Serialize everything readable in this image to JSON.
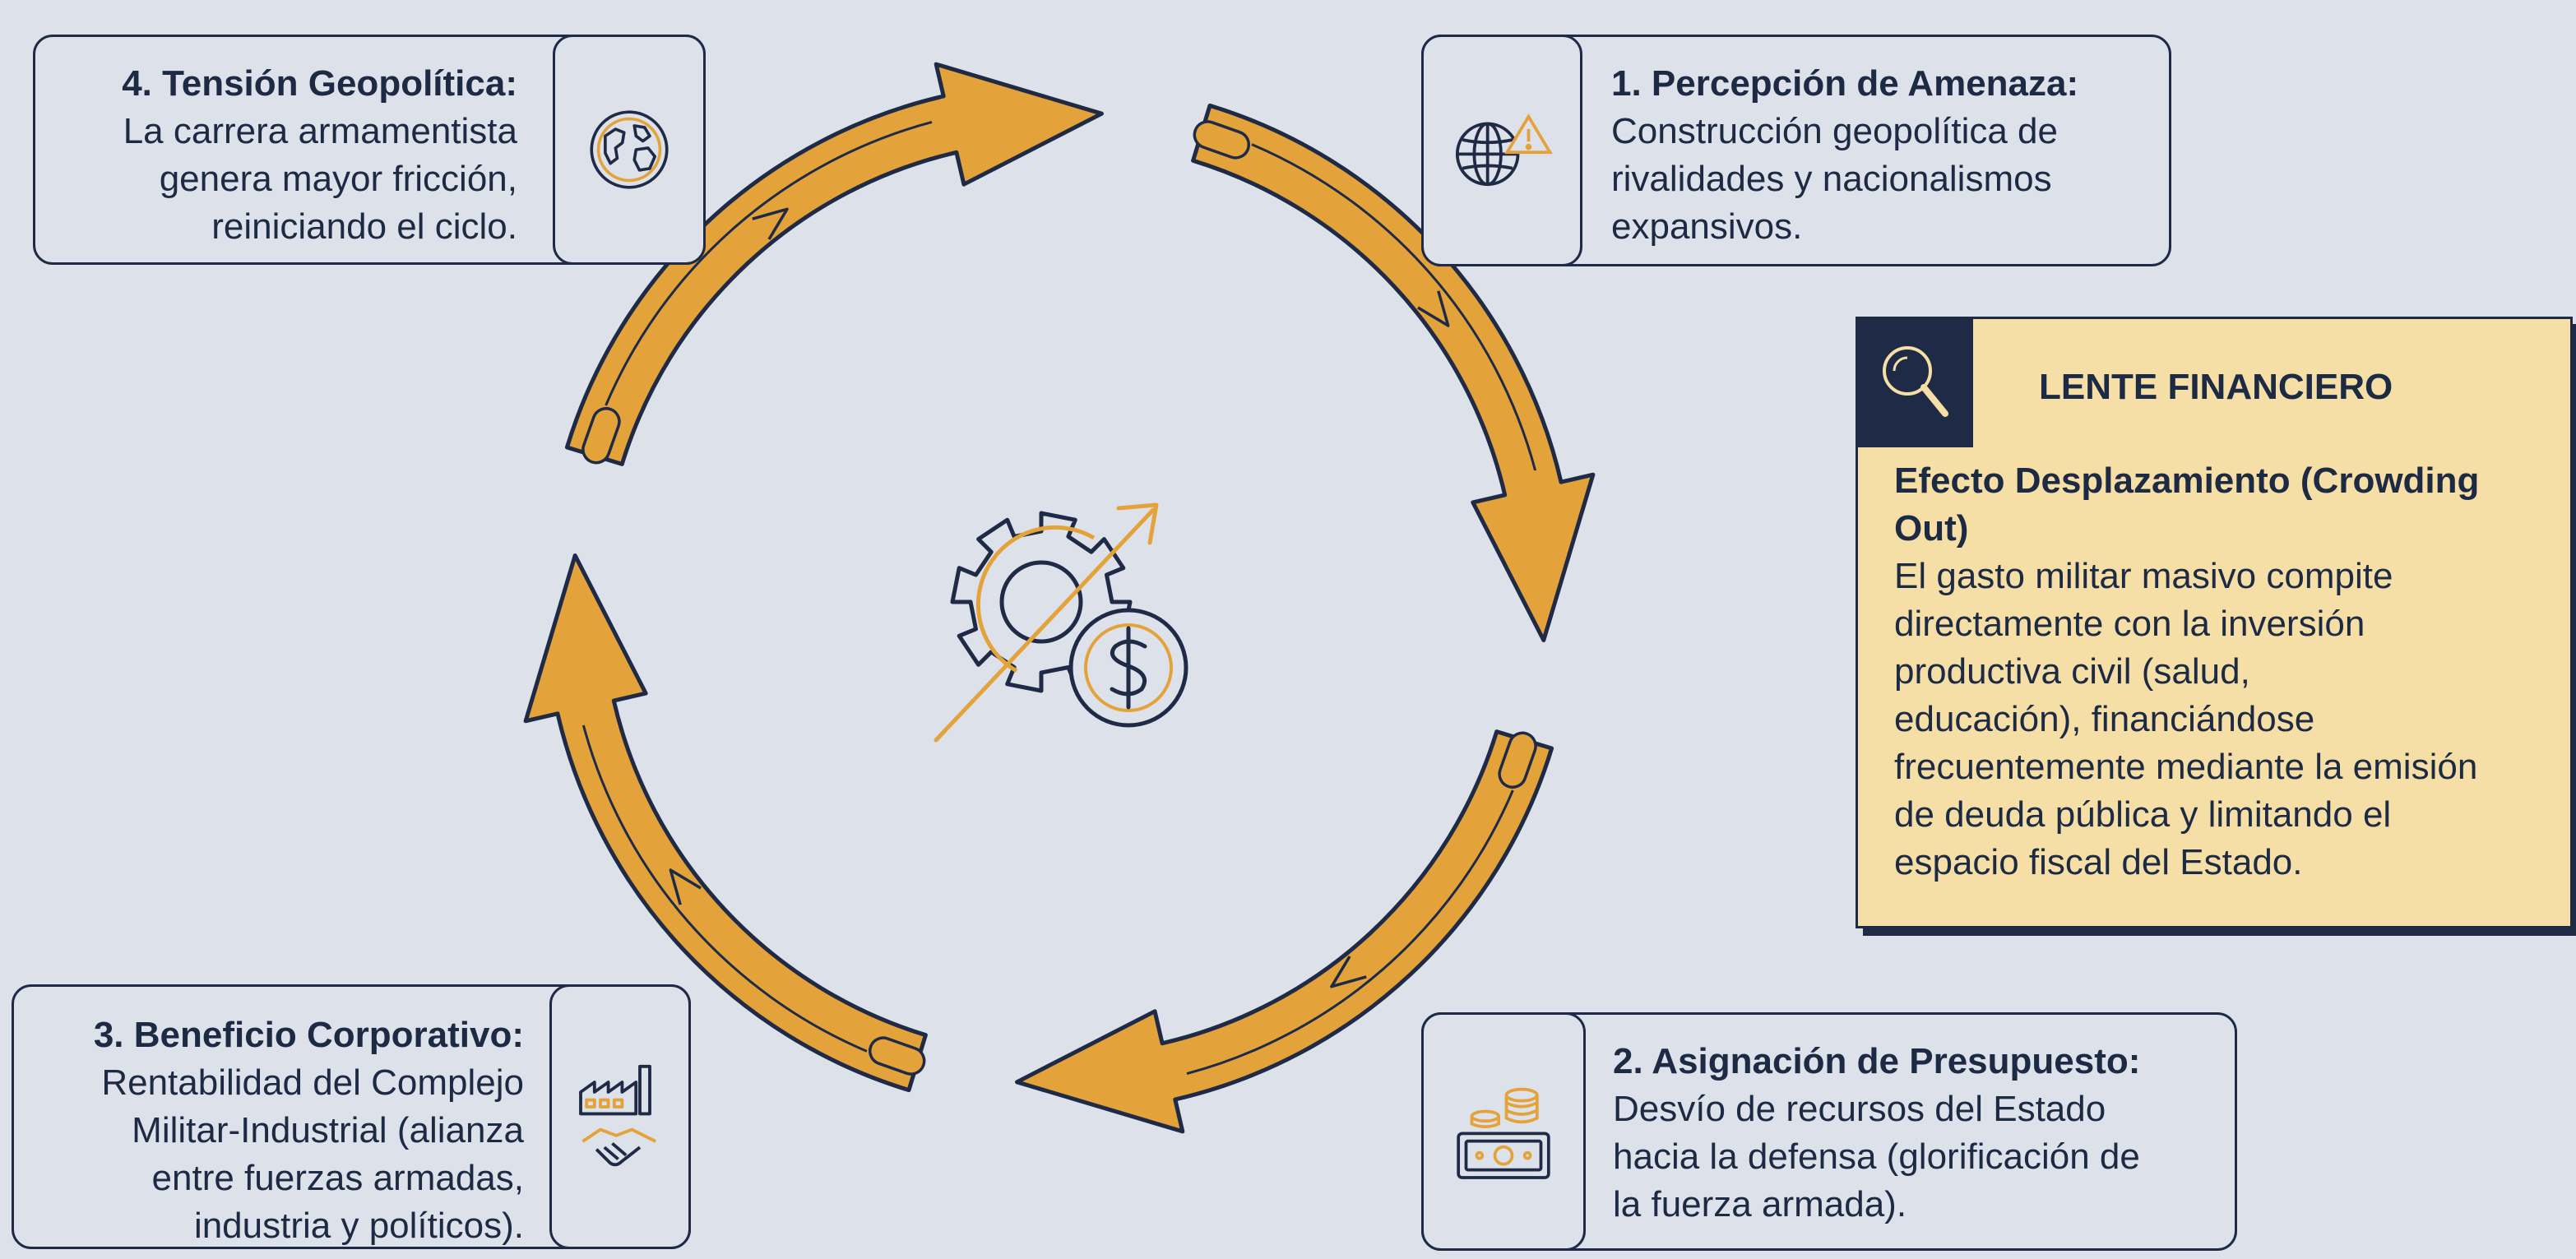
{
  "diagram": {
    "colors": {
      "background": "#dde2ea",
      "arrow_fill": "#e4a33a",
      "outline": "#1f2b46",
      "panel_fill": "#f6dfa6"
    },
    "cycle_direction": "clockwise",
    "center_icon": "gear-dollar-growth-icon"
  },
  "steps": {
    "step1": {
      "title": "1. Percepción de Amenaza:",
      "lines": [
        "Construcción geopolítica de",
        "rivalidades y nacionalismos",
        "expansivos."
      ],
      "icon": "globe-warning-icon"
    },
    "step2": {
      "title": "2. Asignación de Presupuesto:",
      "lines": [
        "Desvío de recursos del Estado",
        "hacia la defensa (glorificación de",
        "la fuerza armada)."
      ],
      "icon": "money-coins-icon"
    },
    "step3": {
      "title": "3. Beneficio Corporativo:",
      "lines": [
        "Rentabilidad del Complejo",
        "Militar-Industrial (alianza",
        "entre fuerzas armadas,",
        "industria y políticos)."
      ],
      "icon": "factory-handshake-icon"
    },
    "step4": {
      "title": "4. Tensión Geopolítica:",
      "lines": [
        "La carrera armamentista",
        "genera mayor fricción,",
        "reiniciando el ciclo."
      ],
      "icon": "earth-globe-icon"
    }
  },
  "lente": {
    "header": "LENTE FINANCIERO",
    "subtitle_lines": [
      "Efecto Desplazamiento (Crowding",
      "Out)"
    ],
    "body_lines": [
      "El gasto militar masivo compite",
      "directamente con la inversión",
      "productiva civil (salud,",
      "educación), financiándose",
      "frecuentemente mediante la emisión",
      "de deuda pública y limitando el",
      "espacio fiscal del Estado."
    ],
    "icon": "magnifier-icon"
  }
}
